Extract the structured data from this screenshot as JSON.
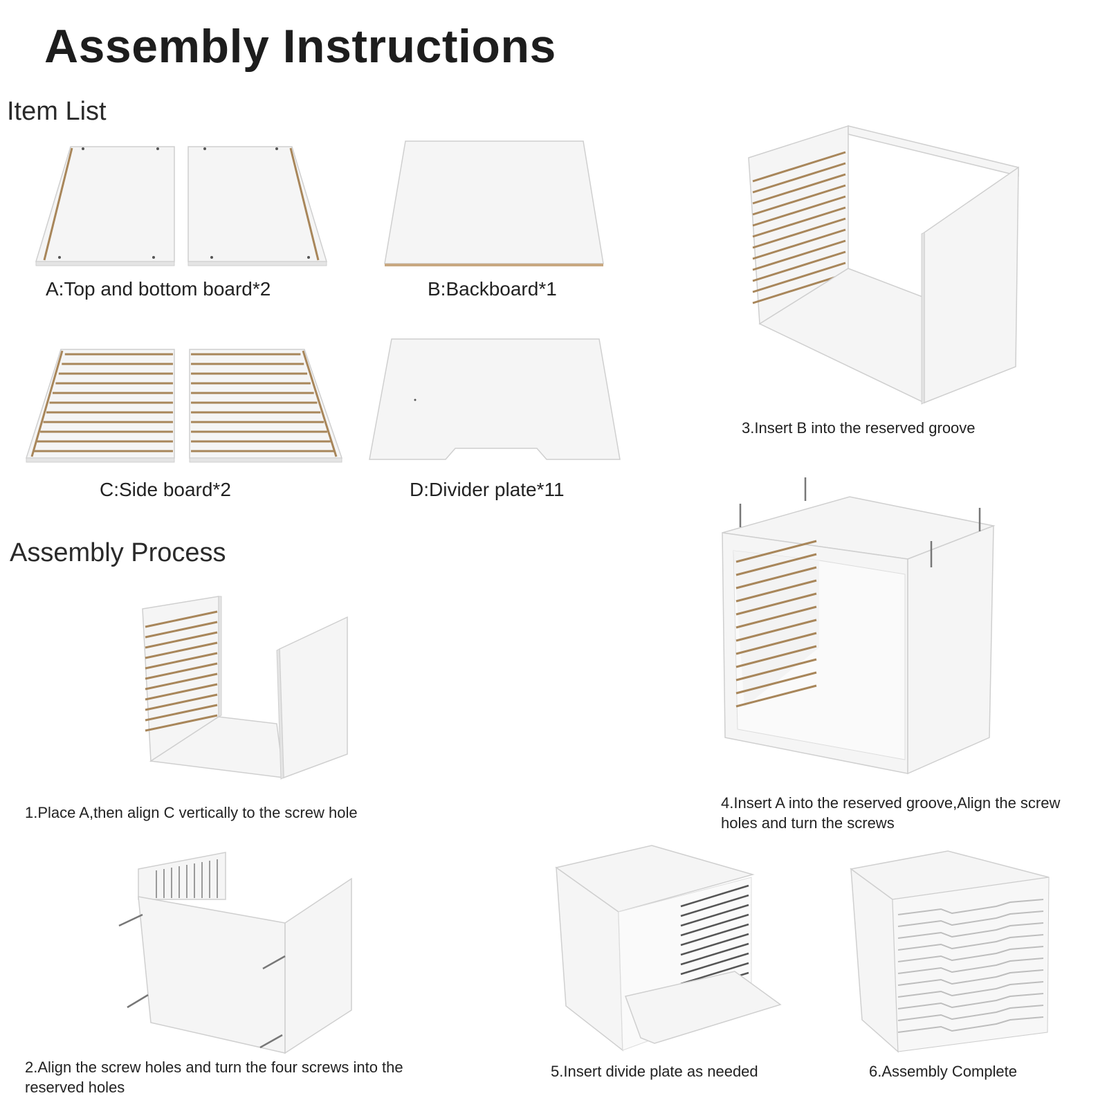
{
  "page": {
    "title": "Assembly Instructions",
    "item_list_heading": "Item List",
    "assembly_process_heading": "Assembly Process"
  },
  "items": [
    {
      "label": "A:Top and bottom board*2"
    },
    {
      "label": "B:Backboard*1"
    },
    {
      "label": "C:Side board*2"
    },
    {
      "label": "D:Divider plate*11"
    }
  ],
  "steps": [
    {
      "caption": "1.Place A,then align C vertically to the screw hole"
    },
    {
      "caption": "2.Align the screw holes and turn the four screws into the reserved holes"
    },
    {
      "caption": "3.Insert B into the reserved groove"
    },
    {
      "caption": "4.Insert A into the reserved groove,Align the screw holes and turn the screws"
    },
    {
      "caption": "5.Insert divide plate as needed"
    },
    {
      "caption": "6.Assembly Complete"
    }
  ]
}
